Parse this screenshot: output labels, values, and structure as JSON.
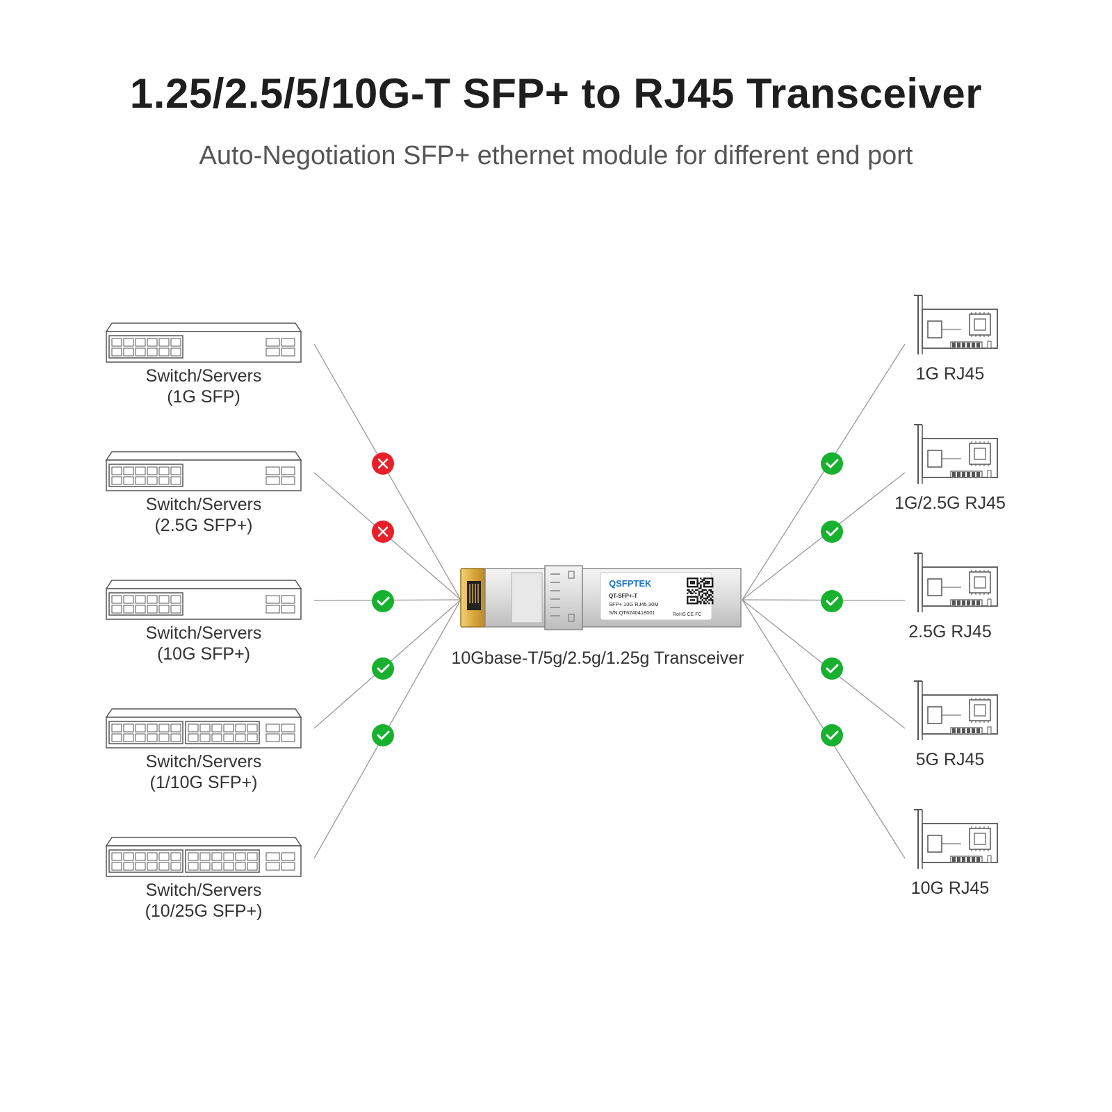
{
  "title": "1.25/2.5/5/10G-T SFP+ to RJ45 Transceiver",
  "subtitle": "Auto-Negotiation SFP+ ethernet module for different end port",
  "module": {
    "caption": "10Gbase-T/5g/2.5g/1.25g Transceiver",
    "brand": "QSFPTEK",
    "part_number": "QT-SFP+-T",
    "description": "SFP+ 10G RJ45 30M",
    "serial": "S/N:QT6240418001",
    "marks": "RoHS  CE FC"
  },
  "left_devices": [
    {
      "line1": "Switch/Servers",
      "line2": "(1G SFP)",
      "compatible": false,
      "ports": 1
    },
    {
      "line1": "Switch/Servers",
      "line2": "(2.5G SFP+)",
      "compatible": false,
      "ports": 1
    },
    {
      "line1": "Switch/Servers",
      "line2": "(10G SFP+)",
      "compatible": true,
      "ports": 1
    },
    {
      "line1": "Switch/Servers",
      "line2": "(1/10G SFP+)",
      "compatible": true,
      "ports": 2
    },
    {
      "line1": "Switch/Servers",
      "line2": "(10/25G SFP+)",
      "compatible": true,
      "ports": 2
    }
  ],
  "right_devices": [
    {
      "label": "1G RJ45",
      "compatible": true
    },
    {
      "label": "1G/2.5G RJ45",
      "compatible": true
    },
    {
      "label": "2.5G RJ45",
      "compatible": true
    },
    {
      "label": "5G RJ45",
      "compatible": true
    },
    {
      "label": "10G RJ45",
      "compatible": true
    }
  ],
  "colors": {
    "compatible": "#17b12f",
    "incompatible": "#e8202a",
    "line": "#999999",
    "brand": "#1e73c8",
    "contact_gold": "#d8a83a"
  }
}
